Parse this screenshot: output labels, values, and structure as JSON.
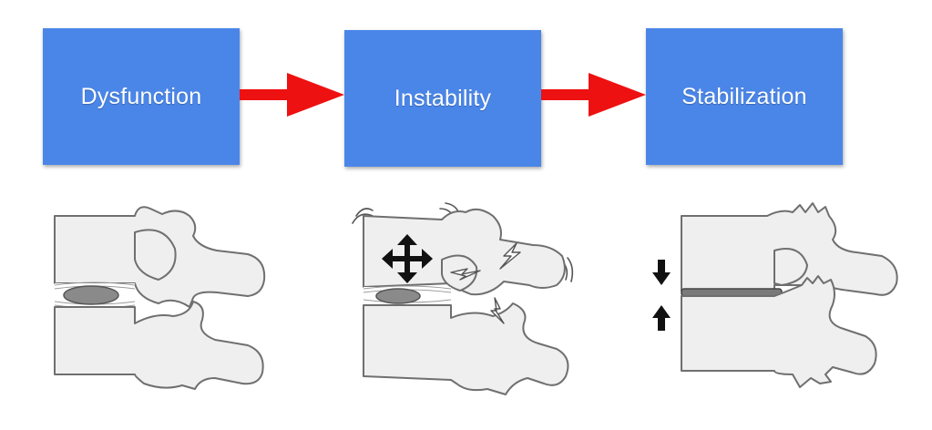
{
  "flow": {
    "stages": [
      {
        "label": "Dysfunction"
      },
      {
        "label": "Instability"
      },
      {
        "label": "Stabilization"
      }
    ]
  },
  "colors": {
    "box_fill": "#4a86e8",
    "box_text": "#ffffff",
    "arrow": "#ee1111",
    "bone_fill": "#efefef",
    "bone_stroke": "#6f6f6f"
  },
  "icons": {
    "arrow": "right-arrow-icon",
    "motion": "four-way-arrow-icon",
    "pain": "lightning-bolt-icon",
    "compression": "up-down-arrows-icon"
  }
}
